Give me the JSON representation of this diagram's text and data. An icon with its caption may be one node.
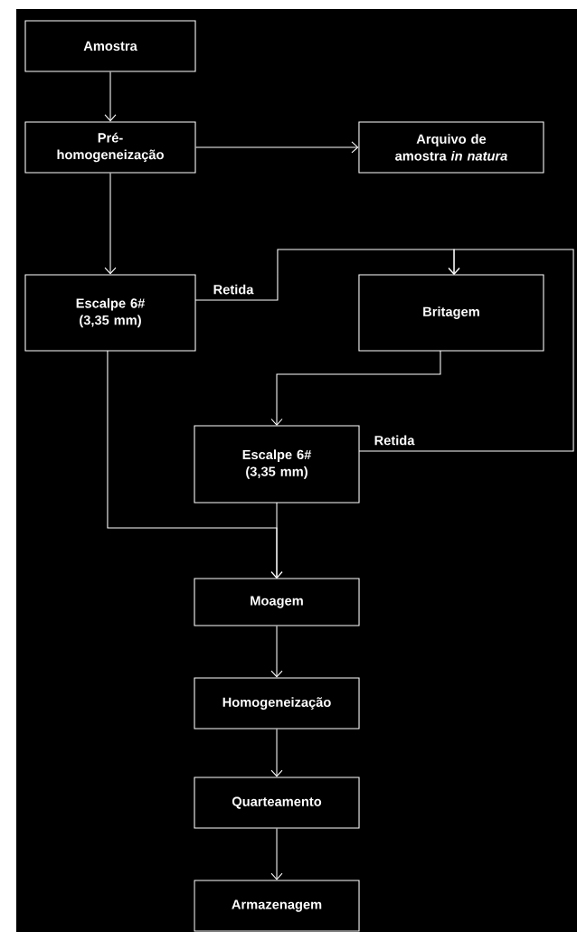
{
  "diagram": {
    "nodes": [
      {
        "text": [
          "Amostra"
        ]
      },
      {
        "text": [
          "Pré-homogeneização"
        ]
      },
      {
        "text": [
          "Arquivo de amostra *in natura*"
        ]
      },
      {
        "text": [
          "Escalpe 6# (3,35 mm)"
        ]
      },
      {
        "text": [
          "Britagem"
        ]
      },
      {
        "text": [
          "Escalpe 6# (3,35 mm)"
        ]
      },
      {
        "text": [
          "Moagem"
        ]
      },
      {
        "text": [
          "Homogeneização"
        ]
      },
      {
        "text": [
          "Quarteamento"
        ]
      },
      {
        "text": [
          "Armazenagem"
        ]
      }
    ],
    "edges": [
      {
        "from": 0,
        "to": 1,
        "arrow": "to"
      },
      {
        "from": 1,
        "to": 2,
        "arrow": "to"
      },
      {
        "from": 1,
        "to": 3,
        "arrow": "to"
      },
      {
        "from": 3,
        "to": 4,
        "arrow": "to",
        "label": "Retida"
      },
      {
        "from": 4,
        "to": 5,
        "arrow": "to"
      },
      {
        "from": 5,
        "to": 4,
        "arrow": "to",
        "label": "Retida"
      },
      {
        "from": 3,
        "to": 6,
        "arrow": "to"
      },
      {
        "from": 5,
        "to": 6,
        "arrow": "to"
      },
      {
        "from": 6,
        "to": 7,
        "arrow": "to"
      },
      {
        "from": 7,
        "to": 8,
        "arrow": "to"
      },
      {
        "from": 8,
        "to": 9,
        "arrow": "to"
      }
    ]
  }
}
